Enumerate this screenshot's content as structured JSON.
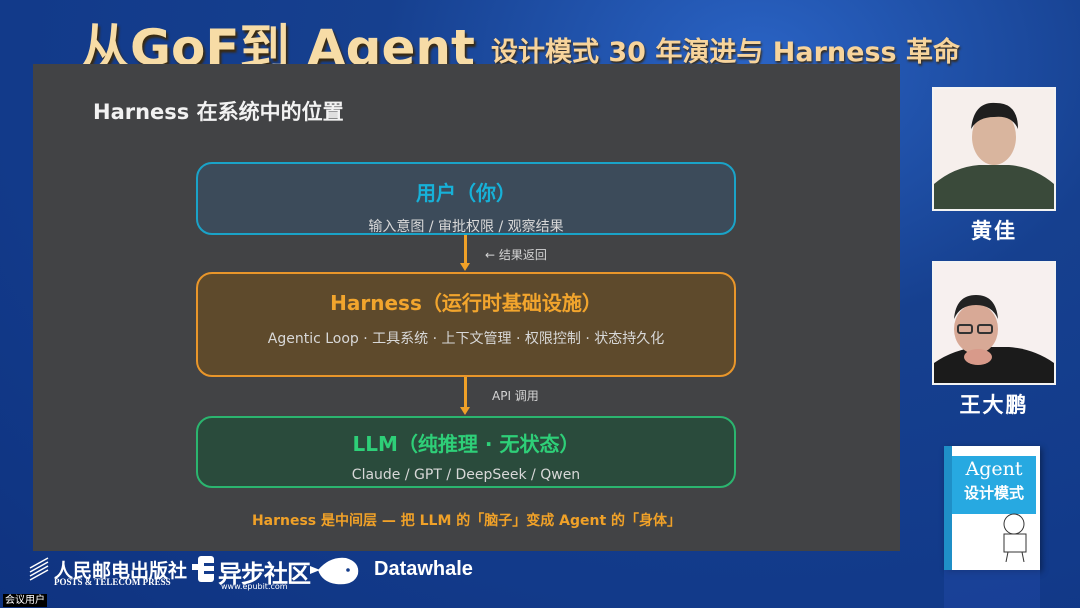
{
  "banner": {
    "title": "从GoF到 Agent",
    "subtitle": "设计模式 30 年演进与 Harness 革命"
  },
  "slide": {
    "heading": "Harness 在系统中的位置",
    "boxes": [
      {
        "title": "用户（你）",
        "subtitle": "输入意图 / 审批权限 / 观察结果",
        "color": "#17b1d8"
      },
      {
        "title": "Harness（运行时基础设施）",
        "subtitle": "Agentic Loop · 工具系统 · 上下文管理 · 权限控制 · 状态持久化",
        "color": "#f2a52d"
      },
      {
        "title": "LLM（纯推理 · 无状态）",
        "subtitle": "Claude / GPT / DeepSeek / Qwen",
        "color": "#2ecf78"
      }
    ],
    "arrows": [
      {
        "label": "← 结果返回"
      },
      {
        "label": "API 调用"
      }
    ],
    "footnote": "Harness 是中间层 — 把 LLM 的「脑子」变成 Agent 的「身体」"
  },
  "speakers": [
    {
      "name": "黄佳"
    },
    {
      "name": "王大鹏"
    }
  ],
  "book": {
    "title_en": "Agent",
    "title_cn": "设计模式"
  },
  "logos": {
    "ptp_cn": "人民邮电出版社",
    "ptp_en": "POSTS & TELECOM PRESS",
    "epubit_cn": "异步社区",
    "epubit_en": "www.epubit.com",
    "datawhale": "Datawhale"
  },
  "meeting": {
    "user_label": "会议用户"
  }
}
